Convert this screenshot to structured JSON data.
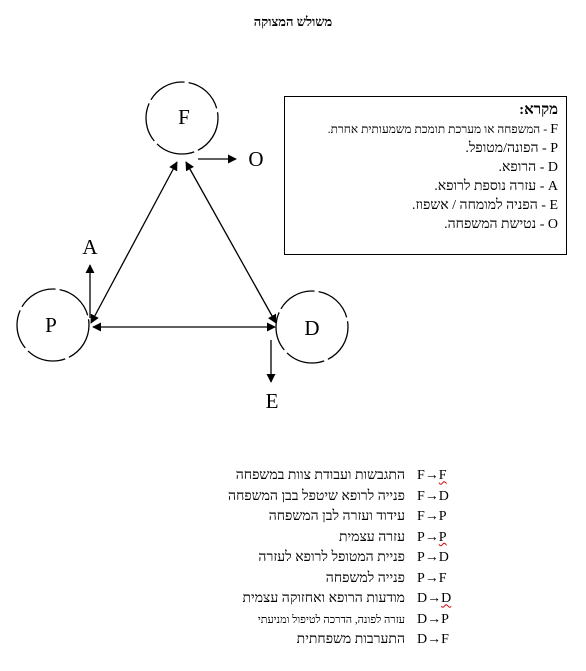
{
  "title": "משולש המצוקה",
  "nodes": {
    "F": {
      "label": "F"
    },
    "P": {
      "label": "P"
    },
    "D": {
      "label": "D"
    }
  },
  "outputs": {
    "O": {
      "label": "O"
    },
    "A": {
      "label": "A"
    },
    "E": {
      "label": "E"
    }
  },
  "legend": {
    "title": "מקרא:",
    "items": [
      {
        "code": "F",
        "text": "המשפחה או מערכת תומכת משמעותית אחרת."
      },
      {
        "code": "P",
        "text": "הפונה/מטופל."
      },
      {
        "code": "D",
        "text": "הרופא."
      },
      {
        "code": "A",
        "text": "עזרה נוספת לרופא."
      },
      {
        "code": "E",
        "text": "הפניה למומחה / אשפוז."
      },
      {
        "code": "O",
        "text": "נטישת המשפחה."
      }
    ]
  },
  "relations": [
    {
      "from": "F",
      "to": "F",
      "description": "התגבשות ועבודת צוות במשפחה"
    },
    {
      "from": "F",
      "to": "D",
      "description": "פנייה לרופא שיטפל בבן המשפחה"
    },
    {
      "from": "F",
      "to": "P",
      "description": "עידוד ועזרה לבן המשפחה"
    },
    {
      "from": "P",
      "to": "P",
      "description": "עזרה עצמית"
    },
    {
      "from": "P",
      "to": "D",
      "description": "פניית המטופל לרופא לעזרה"
    },
    {
      "from": "P",
      "to": "F",
      "description": "פנייה למשפחה"
    },
    {
      "from": "D",
      "to": "D",
      "description": "מודעות הרופא ואחזוקה עצמית"
    },
    {
      "from": "D",
      "to": "P",
      "description": "עזרה לפונה, הדרכה לטיפול ומניעתי"
    },
    {
      "from": "D",
      "to": "F",
      "description": "התערבות משפחתית"
    }
  ]
}
